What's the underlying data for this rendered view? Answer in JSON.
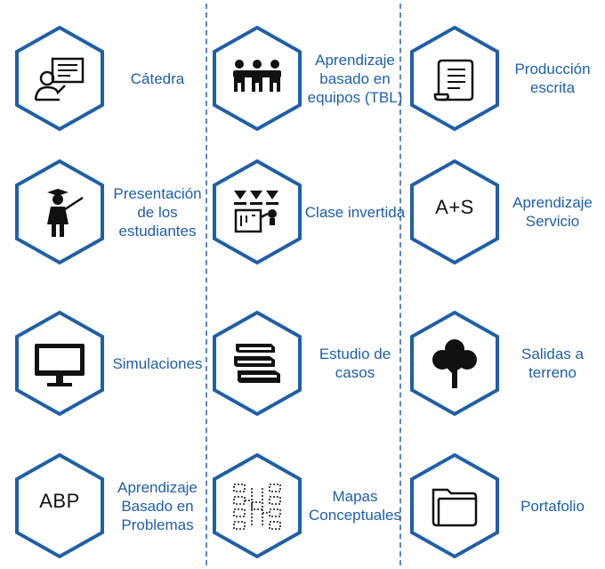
{
  "accent": "#1f5fa8",
  "methods": [
    {
      "label": "Cátedra",
      "icon": "teacher-board-icon"
    },
    {
      "label": "Aprendizaje basado en equipos (TBL)",
      "icon": "team-icon"
    },
    {
      "label": "Producción escrita",
      "icon": "scroll-document-icon"
    },
    {
      "label": "Presentación de los estudiantes",
      "icon": "student-presenting-icon"
    },
    {
      "label": "Clase invertida",
      "icon": "flipped-class-icon"
    },
    {
      "label": "Aprendizaje Servicio",
      "icon_text": "A+S"
    },
    {
      "label": "Simulaciones",
      "icon": "monitor-icon"
    },
    {
      "label": "Estudio de casos",
      "icon": "books-icon"
    },
    {
      "label": "Salidas a terreno",
      "icon": "tree-icon"
    },
    {
      "label": "Aprendizaje Basado en Problemas",
      "icon_text": "ABP"
    },
    {
      "label": "Mapas Conceptuales",
      "icon": "concept-map-icon"
    },
    {
      "label": "Portafolio",
      "icon": "folder-icon"
    }
  ]
}
